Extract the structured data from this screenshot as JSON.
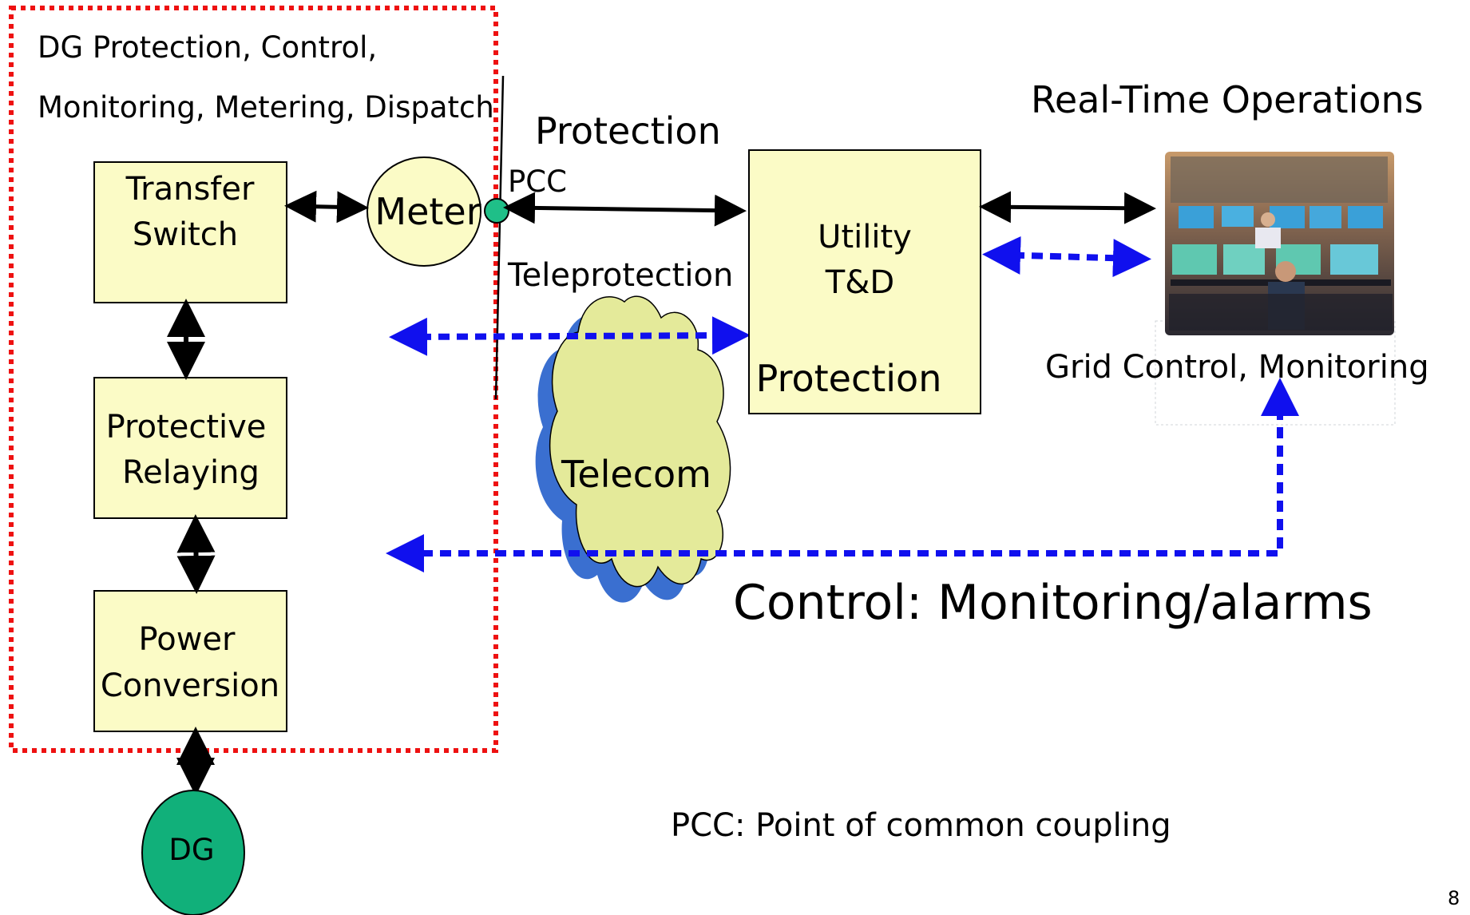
{
  "zone": {
    "title_line1": "DG Protection, Control,",
    "title_line2": "Monitoring,  Metering, Dispatch"
  },
  "boxes": {
    "transfer_switch": [
      "Transfer",
      "Switch"
    ],
    "protective_relaying": [
      "Protective",
      "Relaying"
    ],
    "power_conversion": [
      "Power",
      "Conversion"
    ],
    "utility": [
      "Utility",
      "T&D"
    ],
    "utility_protection": "Protection"
  },
  "meter": "Meter",
  "pcc": "PCC",
  "dg": "DG",
  "link_labels": {
    "protection": "Protection",
    "teleprotection": "Teleprotection",
    "control": "Control: Monitoring/alarms"
  },
  "telecom": "Telecom",
  "operations": {
    "title": "Real-Time Operations",
    "caption": "Grid Control, Monitoring"
  },
  "footnote": "PCC: Point of common coupling",
  "page_number": "8",
  "colors": {
    "zone_border": "#ee1111",
    "box_fill": "#fbfbc6",
    "meter_fill": "#fbfbc6",
    "pcc_fill": "#1fbf88",
    "dg_fill": "#11b07a",
    "cloud_fill": "#e4ea9a",
    "cloud_shadow": "#3a6fd0",
    "dotted_link": "#1010ee",
    "solid_link": "#000000"
  },
  "icons": {
    "operations_photo": "control-room-photo-icon",
    "cloud": "cloud-icon"
  }
}
